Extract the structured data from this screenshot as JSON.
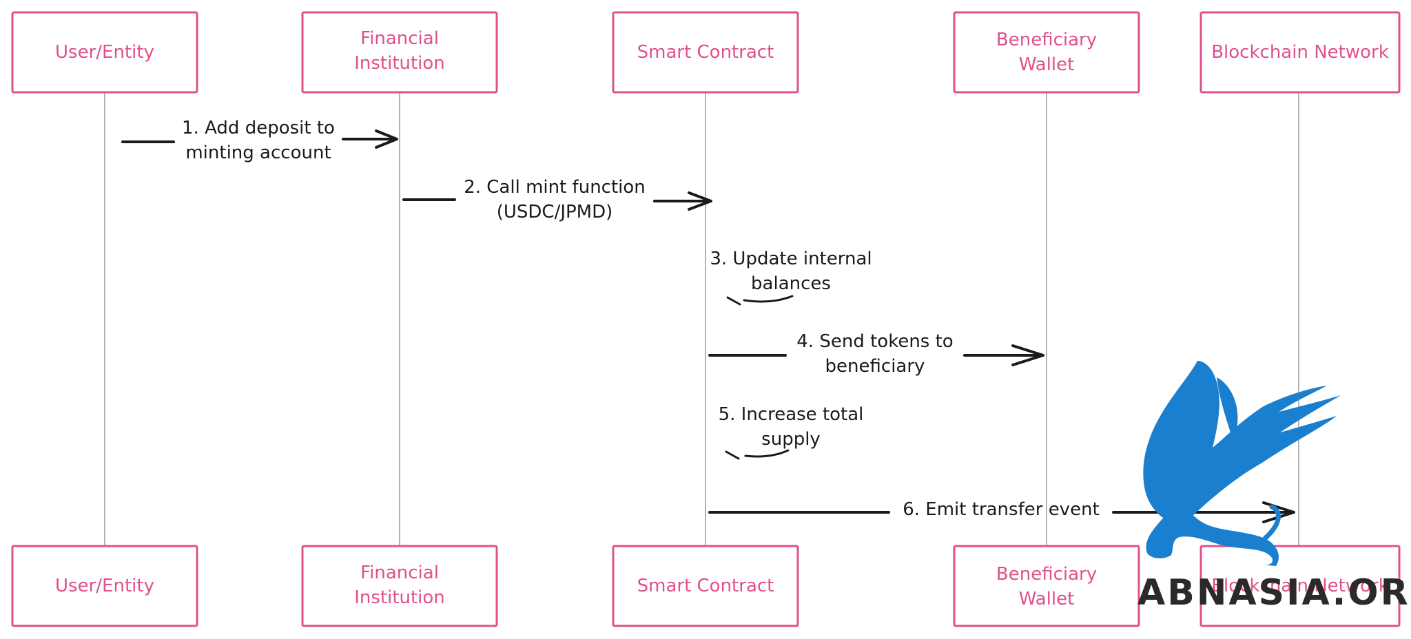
{
  "diagram": {
    "actors": [
      {
        "id": "user",
        "lines": [
          "User/Entity"
        ]
      },
      {
        "id": "fi",
        "lines": [
          "Financial",
          "Institution"
        ]
      },
      {
        "id": "sc",
        "lines": [
          "Smart Contract"
        ]
      },
      {
        "id": "bw",
        "lines": [
          "Beneficiary",
          "Wallet"
        ]
      },
      {
        "id": "bn",
        "lines": [
          "Blockchain Network"
        ]
      }
    ],
    "messages": [
      {
        "lines": [
          "1. Add deposit to",
          "minting account"
        ]
      },
      {
        "lines": [
          "2. Call mint function",
          "(USDC/JPMD)"
        ]
      },
      {
        "lines": [
          "3. Update internal",
          "balances"
        ]
      },
      {
        "lines": [
          "4. Send tokens to",
          "beneficiary"
        ]
      },
      {
        "lines": [
          "5. Increase total",
          "supply"
        ]
      },
      {
        "lines": [
          "6. Emit transfer event"
        ]
      }
    ]
  },
  "watermark": {
    "text": "ABNASIA.ORG",
    "icon": "griffin-logo-icon",
    "color": "#1a7fce"
  },
  "colors": {
    "actor_stroke": "#e0508c",
    "actor_text": "#e0508c",
    "arrow": "#1a1a1a",
    "lifeline": "#9a9a9a"
  }
}
